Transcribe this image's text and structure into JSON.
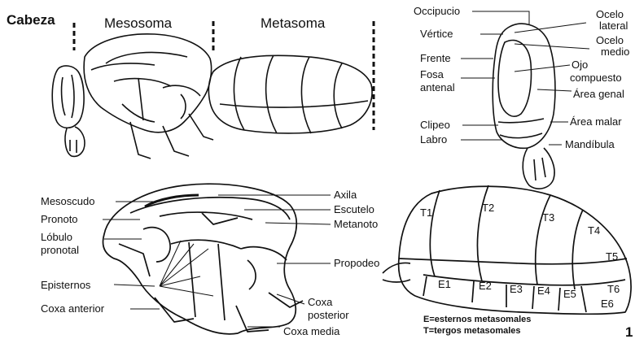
{
  "panels": {
    "body_sections": {
      "labels": [
        "Cabeza",
        "Mesosoma",
        "Metasoma"
      ]
    },
    "head": {
      "labels": [
        "Occipucio",
        "Vértice",
        "Frente",
        "Fosa",
        "antenal",
        "Clipeo",
        "Labro",
        "Ocelo",
        "lateral",
        "Ocelo",
        "medio",
        "Ojo",
        "compuesto",
        "Área genal",
        "Área malar",
        "Mandíbula"
      ]
    },
    "mesosoma": {
      "labels": [
        "Mesoscudo",
        "Pronoto",
        "Lóbulo",
        "pronotal",
        "Episternos",
        "Coxa anterior",
        "Axila",
        "Escutelo",
        "Metanoto",
        "Propodeo",
        "Coxa",
        "posterior",
        "Coxa media"
      ]
    },
    "metasoma": {
      "tergites": [
        "T1",
        "T2",
        "T3",
        "T4",
        "T5",
        "T6"
      ],
      "sternites": [
        "E1",
        "E2",
        "E3",
        "E4",
        "E5",
        "E6"
      ],
      "legend": [
        "E=esternos metasomales",
        "T=tergos metasomales"
      ],
      "corner_mark": "1"
    }
  },
  "colors": {
    "ink": "#111111",
    "background": "#ffffff"
  }
}
